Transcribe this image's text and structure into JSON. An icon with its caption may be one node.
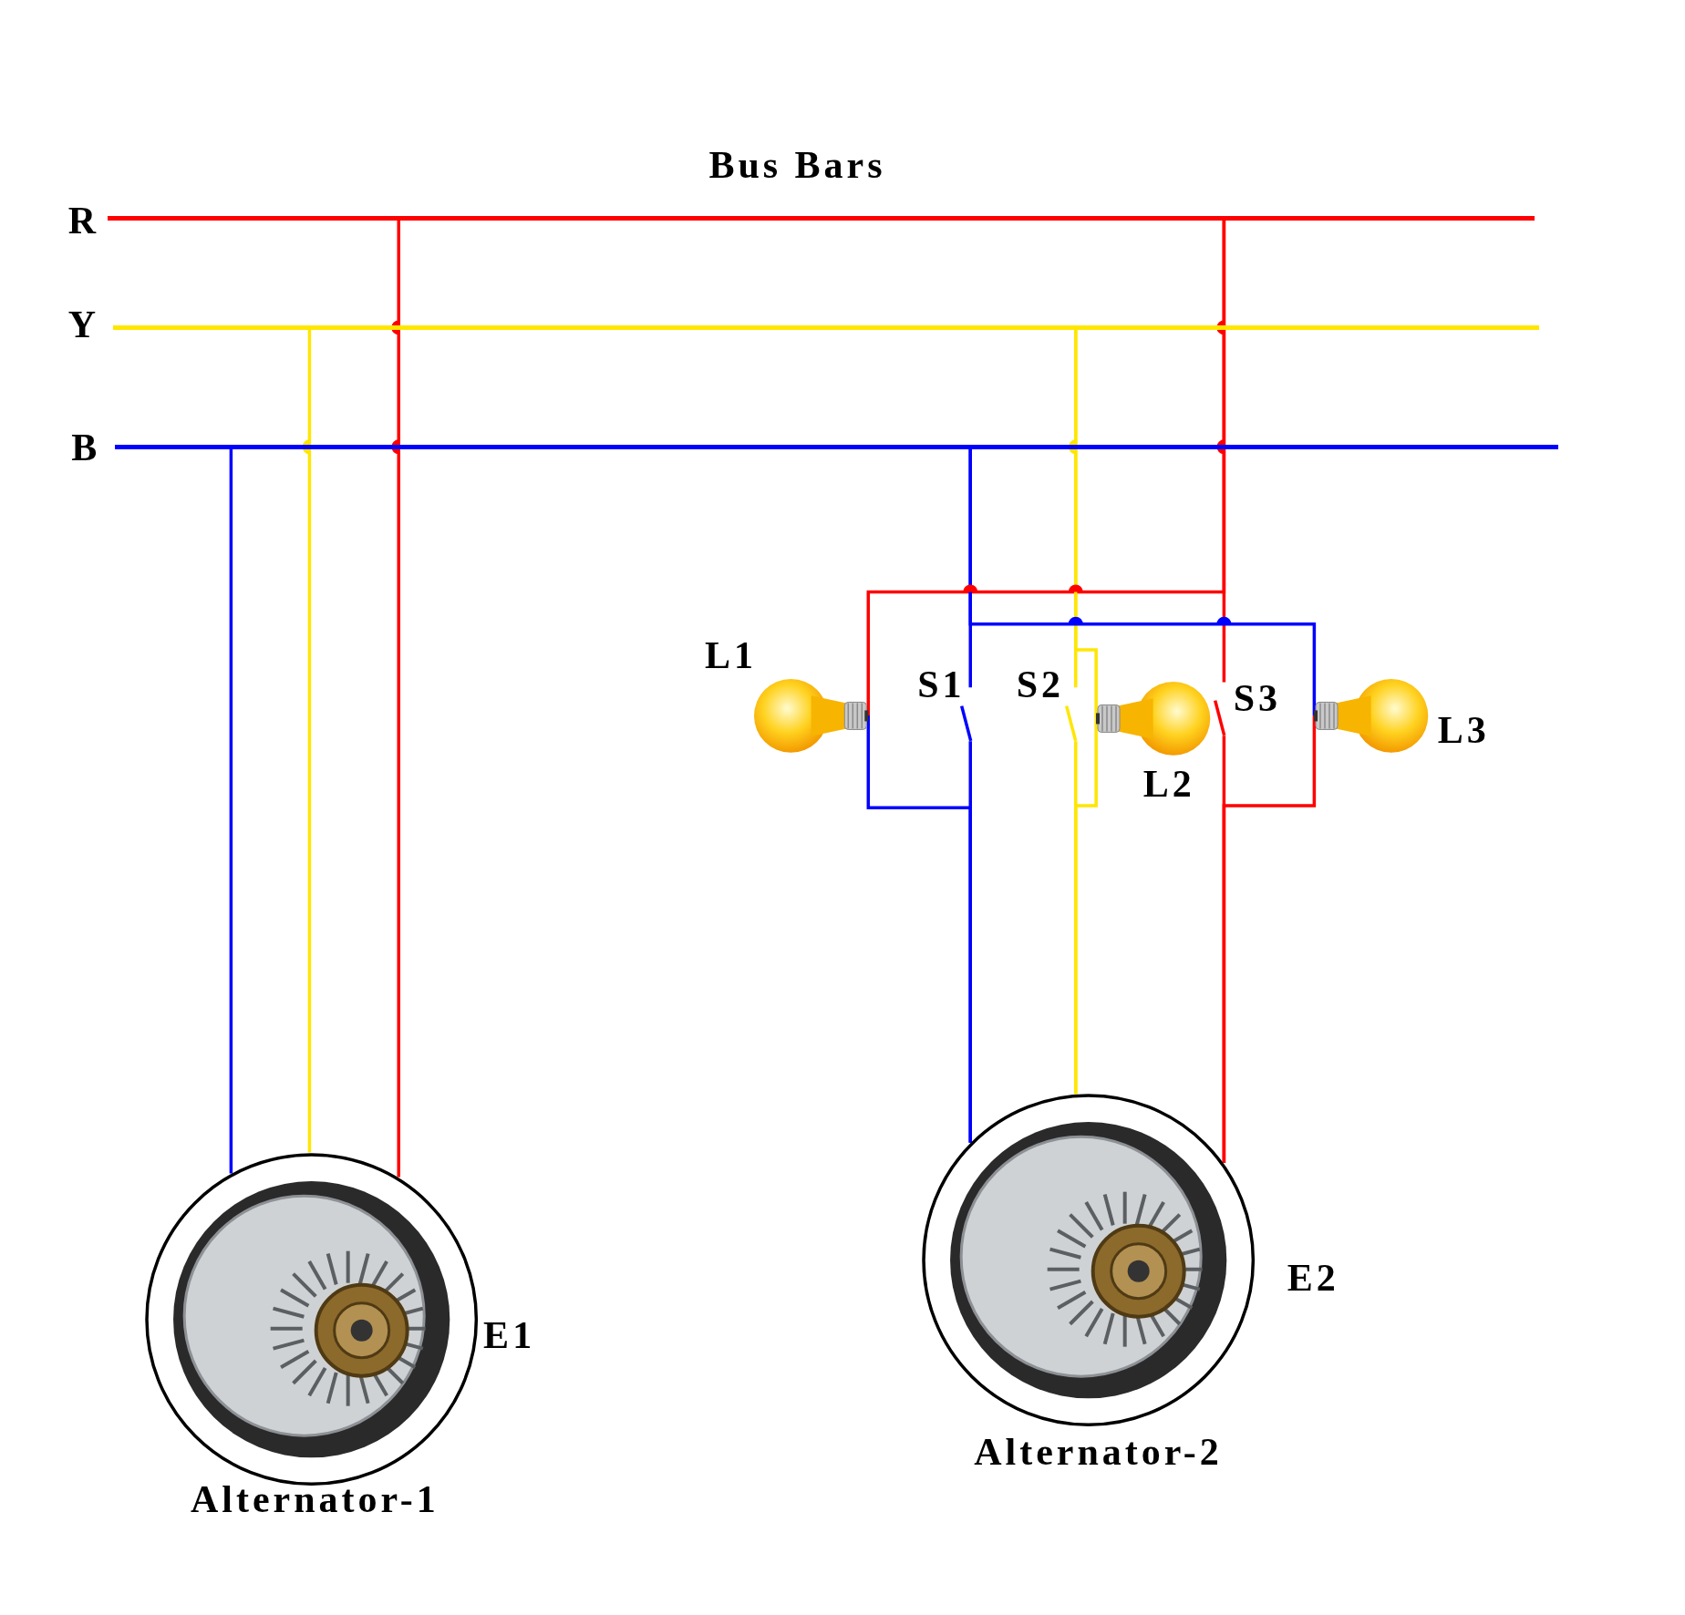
{
  "diagram": {
    "nodes": [
      {
        "text": [],
        "shape": "bar",
        "beside": [
          "R"
        ]
      },
      {
        "text": [],
        "shape": "bar",
        "beside": [
          "Y"
        ]
      },
      {
        "text": [],
        "shape": "bar",
        "beside": [
          "B"
        ]
      },
      {
        "text": [
          "Alternator-1"
        ],
        "beside": [
          "E1"
        ]
      },
      {
        "text": [
          "Alternator-2"
        ],
        "beside": [
          "E2"
        ]
      },
      {
        "text": [],
        "shape": "lamp",
        "beside": [
          "L1"
        ]
      },
      {
        "text": [],
        "shape": "lamp",
        "beside": [
          "L2"
        ]
      },
      {
        "text": [],
        "shape": "lamp",
        "beside": [
          "L3"
        ]
      },
      {
        "text": [],
        "shape": "switch",
        "beside": [
          "S1"
        ]
      },
      {
        "text": [],
        "shape": "switch",
        "beside": [
          "S2"
        ]
      },
      {
        "text": [],
        "shape": "switch",
        "beside": [
          "S3"
        ]
      }
    ],
    "edges": [
      {
        "from": 0,
        "to": 3,
        "arrow": "none",
        "color": "#ff0000"
      },
      {
        "from": 1,
        "to": 3,
        "arrow": "none",
        "color": "#ffe600"
      },
      {
        "from": 2,
        "to": 3,
        "arrow": "none",
        "color": "#0000ff"
      },
      {
        "from": 2,
        "to": 8,
        "arrow": "none",
        "color": "#0000ff"
      },
      {
        "from": 8,
        "to": 4,
        "arrow": "none",
        "color": "#0000ff"
      },
      {
        "from": 1,
        "to": 9,
        "arrow": "none",
        "color": "#ffe600"
      },
      {
        "from": 9,
        "to": 4,
        "arrow": "none",
        "color": "#ffe600"
      },
      {
        "from": 0,
        "to": 10,
        "arrow": "none",
        "color": "#ff0000"
      },
      {
        "from": 10,
        "to": 4,
        "arrow": "none",
        "color": "#ff0000"
      },
      {
        "from": 0,
        "to": 5,
        "arrow": "none",
        "color": "#ff0000"
      },
      {
        "from": 5,
        "to": 4,
        "arrow": "none",
        "color": "#0000ff"
      },
      {
        "from": 1,
        "to": 6,
        "arrow": "none",
        "color": "#ffe600"
      },
      {
        "from": 6,
        "to": 4,
        "arrow": "none",
        "color": "#ffe600"
      },
      {
        "from": 2,
        "to": 7,
        "arrow": "none",
        "color": "#0000ff"
      },
      {
        "from": 7,
        "to": 4,
        "arrow": "none",
        "color": "#ff0000"
      }
    ],
    "labels": [
      "Bus Bars"
    ]
  }
}
